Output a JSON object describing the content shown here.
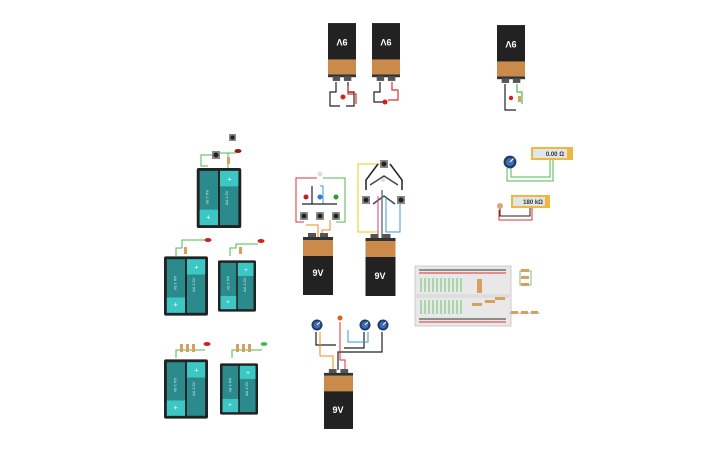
{
  "canvas": {
    "background": "#ffffff"
  },
  "battery_9v": {
    "label": "9V",
    "count": 6
  },
  "battery_aa": {
    "label": "AA 1.5V",
    "count": 5
  },
  "multimeters": [
    {
      "reading": "0.00 Ω"
    },
    {
      "reading": "180 kΩ"
    }
  ],
  "colors": {
    "battery_orange": "#c98a4a",
    "battery_black": "#222222",
    "aa_teal": "#2a8a8c",
    "aa_teal_light": "#3cc6c4",
    "wire_red": "#e03030",
    "wire_green": "#4cbb4c",
    "wire_yellow": "#e8c82a",
    "wire_orange": "#f08a1a",
    "wire_blue": "#3399dd",
    "wire_magenta": "#d03c9c",
    "multimeter_yellow": "#f0b640",
    "potentiometer_blue": "#1e3c6c"
  }
}
